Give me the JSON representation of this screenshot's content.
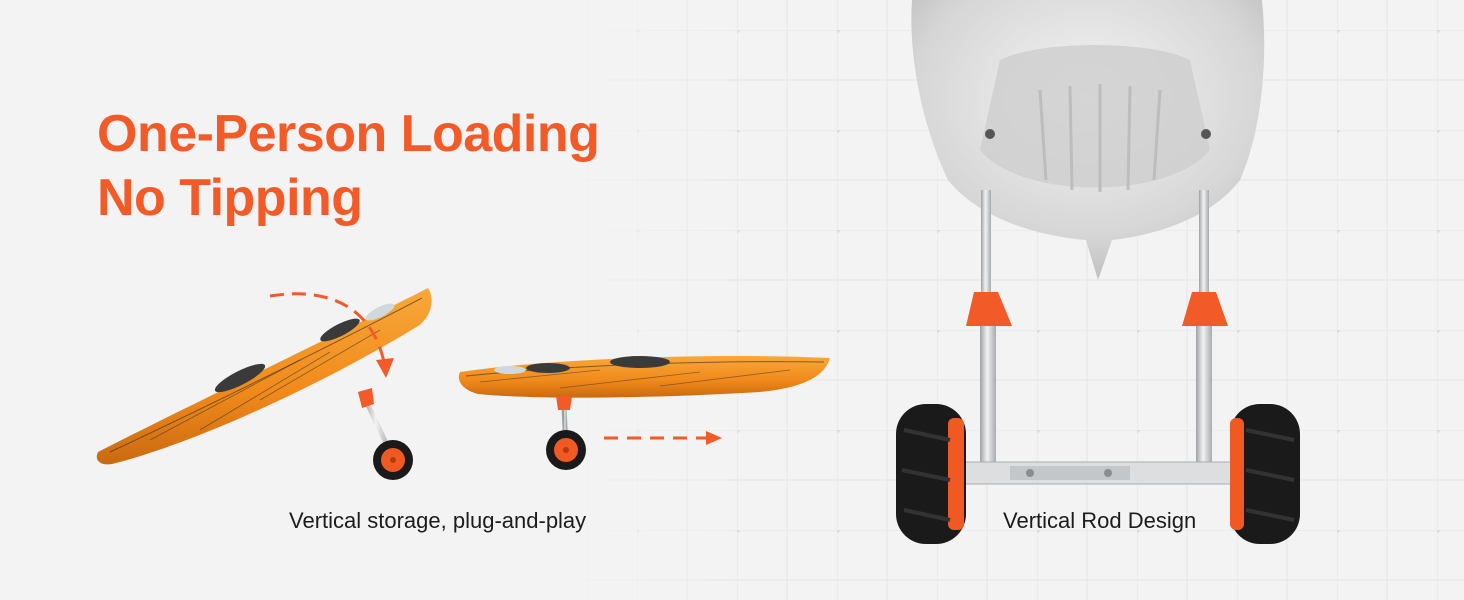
{
  "headline": {
    "line1": "One-Person Loading",
    "line2": "No Tipping"
  },
  "captions": {
    "left": "Vertical storage, plug-and-play",
    "right": "Vertical Rod Design"
  },
  "colors": {
    "accent": "#f25a28",
    "kayak": "#f5941e",
    "wheel_hub": "#f05a22",
    "tire": "#1a1a1a",
    "steel": "#c8cacc",
    "hull": "#e2e2e2",
    "background": "#f3f3f3"
  },
  "icons": [
    "arrow-curve-down-icon",
    "arrow-right-dashed-icon"
  ]
}
